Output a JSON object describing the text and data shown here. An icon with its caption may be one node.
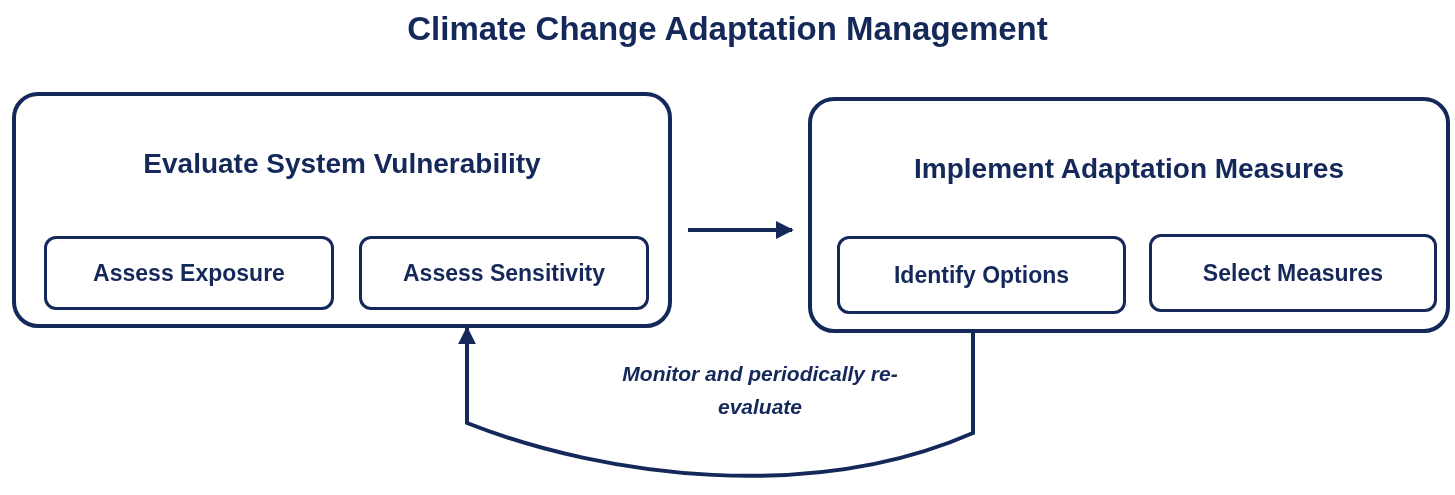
{
  "diagram": {
    "title": "Climate Change Adaptation Management",
    "nodes": [
      {
        "text": [
          "Evaluate System Vulnerability"
        ]
      },
      {
        "text": [
          "Assess Exposure"
        ],
        "in": 0
      },
      {
        "text": [
          "Assess Sensitivity"
        ],
        "in": 0
      },
      {
        "text": [
          "Implement Adaptation Measures"
        ]
      },
      {
        "text": [
          "Identify Options"
        ],
        "in": 3
      },
      {
        "text": [
          "Select Measures"
        ],
        "in": 3
      }
    ],
    "edges": [
      {
        "from": 0,
        "to": 3,
        "arrow": "to"
      },
      {
        "from": 3,
        "to": 0,
        "arrow": "to",
        "label": "Monitor and periodically re-evaluate"
      }
    ]
  }
}
